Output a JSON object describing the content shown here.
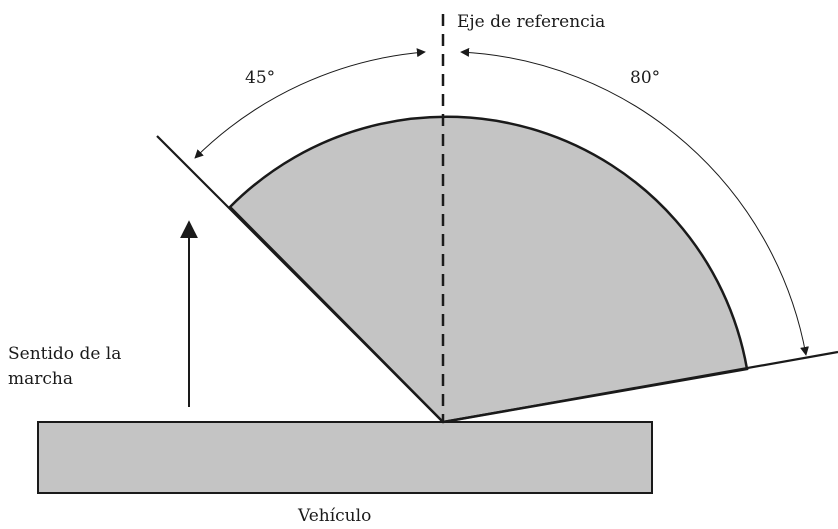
{
  "labels": {
    "reference_axis": "Eje de referencia",
    "left_angle": "45°",
    "right_angle": "80°",
    "direction_line1": "Sentido de la",
    "direction_line2": "marcha",
    "vehicle": "Vehículo"
  },
  "colors": {
    "sector_fill": "#c4c4c4",
    "vehicle_fill": "#c4c4c4",
    "stroke": "#1a1a1a"
  }
}
